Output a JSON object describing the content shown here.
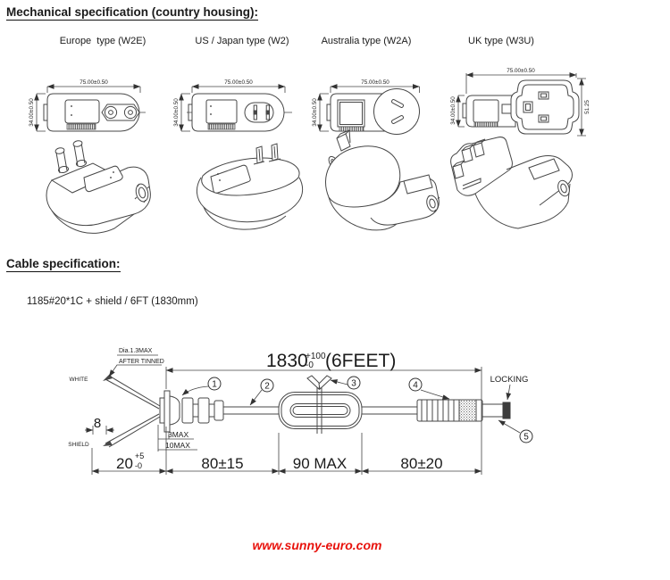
{
  "title": "Mechanical specification (country housing):",
  "plugs": {
    "europe": {
      "label": "Europe  type (W2E)",
      "width_dim": "75.00±0.50",
      "height_dim": "34.00±0.50"
    },
    "us": {
      "label": "US / Japan type (W2)",
      "width_dim": "75.00±0.50",
      "height_dim": "34.00±0.50"
    },
    "australia": {
      "label": "Australia type (W2A)",
      "width_dim": "75.00±0.50",
      "height_dim": "34.00±0.50"
    },
    "uk": {
      "label": "UK type (W3U)",
      "width_dim": "75.00±0.50",
      "height_dim": "34.00±0.50",
      "depth_dim": "51.25"
    }
  },
  "cable": {
    "heading": "Cable specification:",
    "description": "1185#20*1C + shield / 6FT (1830mm)",
    "length_value": "1830",
    "length_tol_plus": "+100",
    "length_tol_minus": "-0",
    "length_feet": "(6FEET)",
    "wire_white": "WHITE",
    "wire_shield": "SHIELD",
    "note_dia": "Dia.1.3MAX",
    "note_tinned": "AFTER TINNED",
    "dim_tip": "8",
    "dim_strip": "20",
    "dim_strip_plus": "+5",
    "dim_strip_minus": "-0",
    "dim_boot_a": "3MAX",
    "dim_boot_b": "10MAX",
    "dim_seg1": "80±15",
    "dim_seg2": "90 MAX",
    "dim_seg3": "80±20",
    "locking": "LOCKING",
    "callout_1": "1",
    "callout_2": "2",
    "callout_3": "3",
    "callout_4": "4",
    "callout_5": "5"
  },
  "footer": {
    "website": "www.sunny-euro.com",
    "color": "#e8120c"
  }
}
